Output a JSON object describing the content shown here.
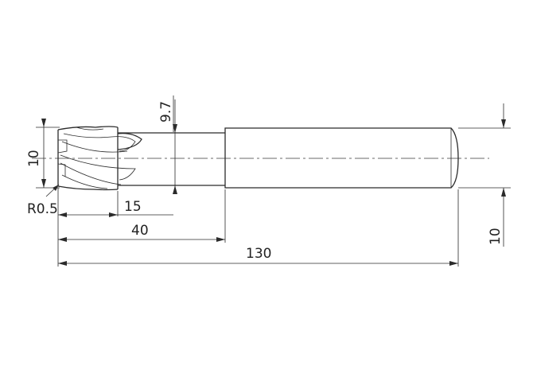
{
  "dimensions": {
    "neck_diameter": "9.7",
    "cutting_diameter": "10",
    "corner_radius": "R0.5",
    "flute_length": "15",
    "neck_length": "40",
    "overall_length": "130",
    "shank_diameter": "10"
  }
}
